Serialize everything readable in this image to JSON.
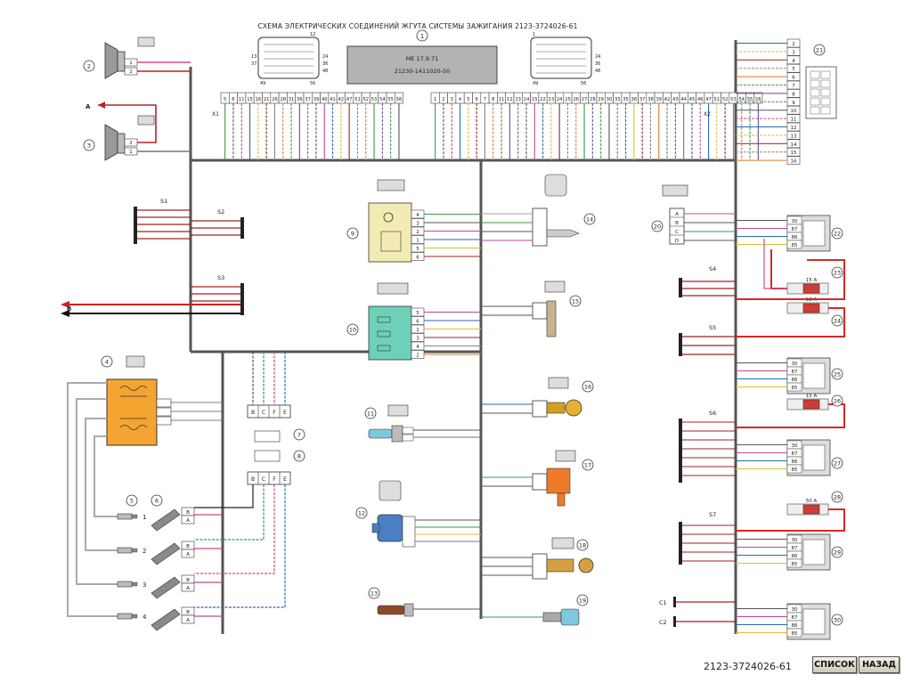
{
  "title": "СХЕМА ЭЛЕКТРИЧЕСКИХ СОЕДИНЕНИЙ ЖГУТА СИСТЕМЫ ЗАЖИГАНИЯ 2123-3724026-61",
  "ecu": {
    "model": "ME 17.9.71",
    "part_number": "21230-1411020-50",
    "callout": "1"
  },
  "connector_labels": {
    "x1": "X1",
    "x2": "X2",
    "a12": "12",
    "a13": "13",
    "a37": "37",
    "a24": "24",
    "a36": "36",
    "a48": "48",
    "a49": "49",
    "a56": "56",
    "b1": "1"
  },
  "x1_pins": [
    "5",
    "6",
    "11",
    "15",
    "16",
    "21",
    "26",
    "28",
    "31",
    "36",
    "37",
    "39",
    "40",
    "41",
    "42",
    "47",
    "51",
    "52",
    "53",
    "54",
    "55",
    "56"
  ],
  "x2_pins": [
    "1",
    "2",
    "3",
    "4",
    "5",
    "6",
    "7",
    "8",
    "11",
    "12",
    "13",
    "14",
    "15",
    "22",
    "23",
    "24",
    "25",
    "26",
    "27",
    "28",
    "29",
    "30",
    "33",
    "35",
    "36",
    "37",
    "38",
    "39",
    "42",
    "43",
    "44",
    "45",
    "46",
    "47",
    "51",
    "52",
    "53",
    "54",
    "55",
    "56"
  ],
  "x21_pins": [
    "2",
    "3",
    "4",
    "5",
    "6",
    "7",
    "8",
    "9",
    "10",
    "11",
    "12",
    "13",
    "14",
    "15",
    "16"
  ],
  "callouts": [
    "2",
    "3",
    "4",
    "5",
    "6",
    "7",
    "8",
    "9",
    "10",
    "11",
    "12",
    "13",
    "14",
    "15",
    "16",
    "17",
    "18",
    "19",
    "20",
    "21",
    "22",
    "23",
    "24",
    "25",
    "26",
    "27",
    "28",
    "29",
    "30"
  ],
  "splices": [
    "S1",
    "S2",
    "S3",
    "S4",
    "S5",
    "S6",
    "S7"
  ],
  "grounds": [
    "C1",
    "C2"
  ],
  "arrows": {
    "a": "A",
    "b": "B"
  },
  "injector_numbers": [
    "1",
    "2",
    "3",
    "4"
  ],
  "fuses": [
    "15 A",
    "50 A",
    "15 A",
    "50 A"
  ],
  "relay_pins": [
    "30",
    "87",
    "86",
    "85"
  ],
  "doc_number": "2123-3724026-61",
  "nav": {
    "list": "СПИСОК",
    "back": "НАЗАД"
  },
  "colors": {
    "harness": "#555555",
    "ecu_fill": "#b3b3b3",
    "coil_fill": "#f4a531",
    "sensor9_fill": "#f2ecb4",
    "module10_fill": "#6ed0b8",
    "ignition_coil_fill": "#ee7a2a",
    "fuse_fill": "#d23b35",
    "power_wire": "#d62828"
  }
}
